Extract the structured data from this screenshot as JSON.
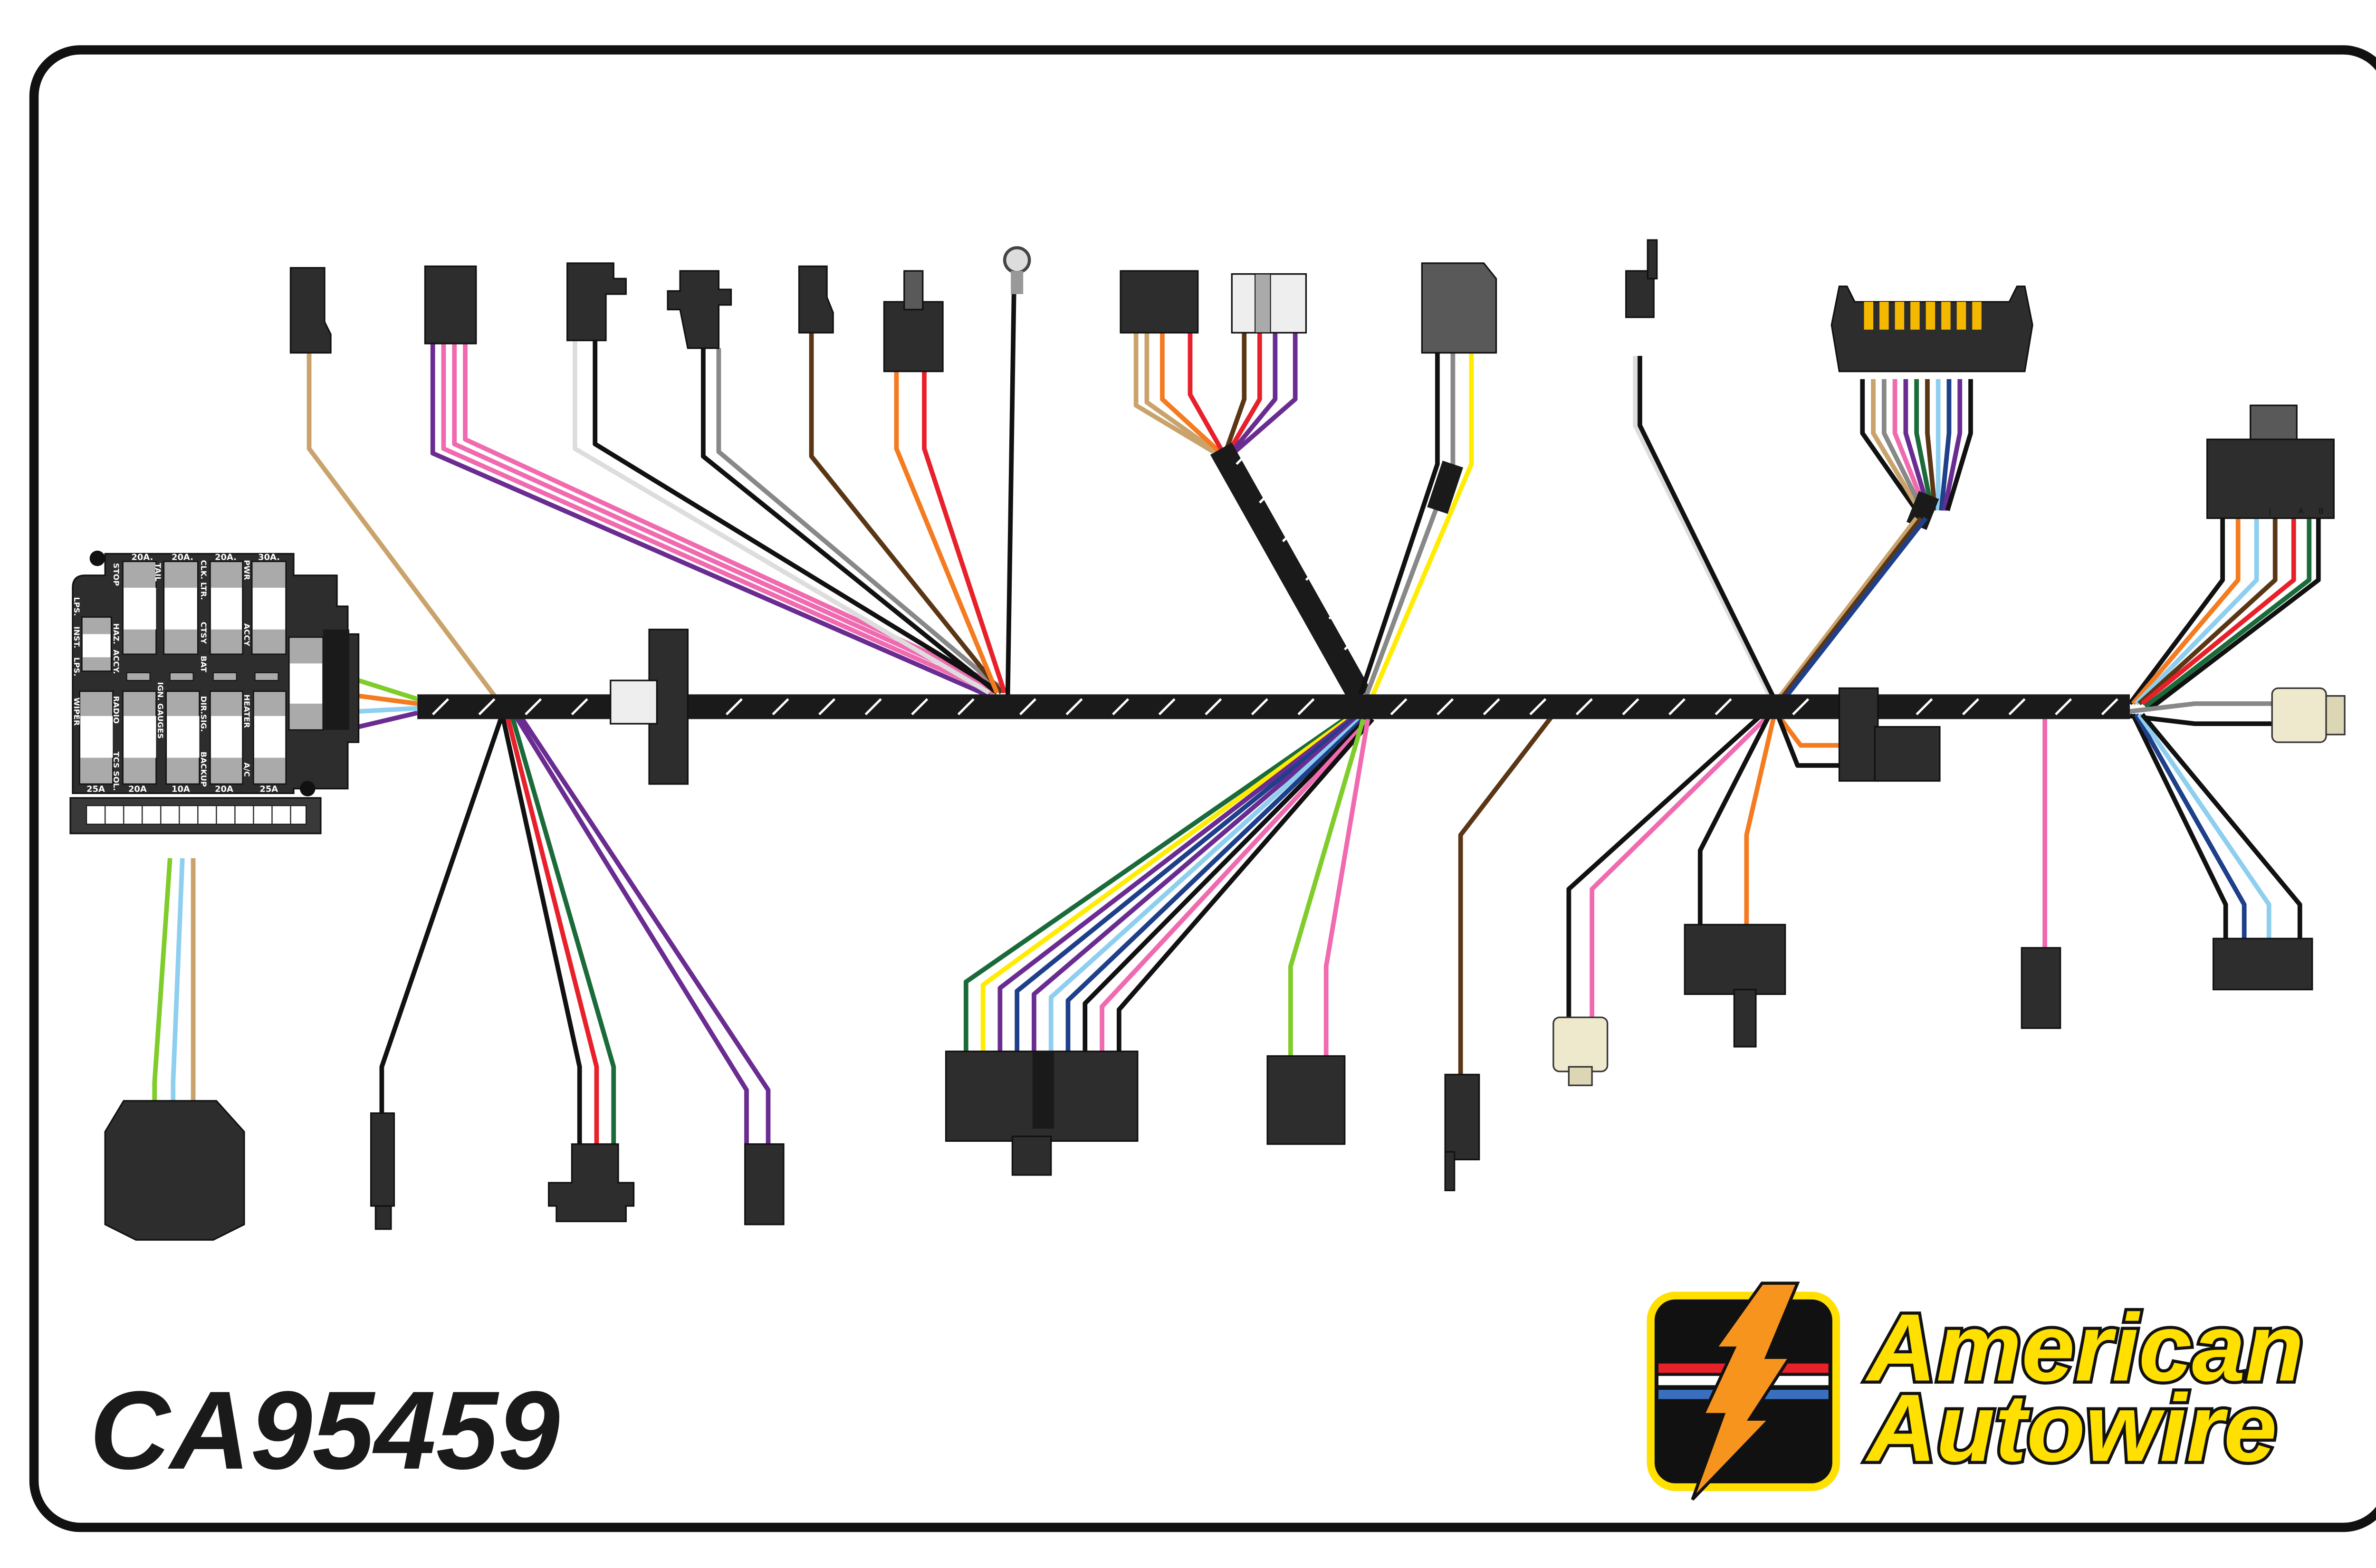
{
  "part_number": "CA95459",
  "logo": {
    "line1": "American",
    "line2": "Autowire"
  },
  "fuse_block": {
    "top_amps": [
      "20A.",
      "20A.",
      "20A.",
      "30A."
    ],
    "bottom_amps": [
      "25A",
      "20A",
      "10A",
      "20A",
      "25A"
    ],
    "labels": {
      "stop": "STOP",
      "tail": "TAIL",
      "clk_ltr": "CLK. LTR.",
      "pwr": "PWR",
      "lps1": "LPS.",
      "inst": "INST.",
      "lps2": "LPS.",
      "haz": "HAZ.",
      "accy1": "ACCY.",
      "ctsy": "CTSY",
      "bat": "BAT",
      "accy2": "ACCY",
      "ign_gauges": "IGN. GAUGES",
      "wiper": "WIPER",
      "radio": "RADIO",
      "tcs_sol": "TCS SOL.",
      "dir_sig": "DIR.SIG.",
      "backup": "BACKUP",
      "heater": "HEATER",
      "ac": "A/C"
    }
  },
  "connector_pin_labels": [
    "J",
    "A",
    "B"
  ],
  "colors": {
    "harness": "#1a1a1a",
    "connector": "#2e2d2d",
    "logo_yellow": "#ffe000"
  }
}
